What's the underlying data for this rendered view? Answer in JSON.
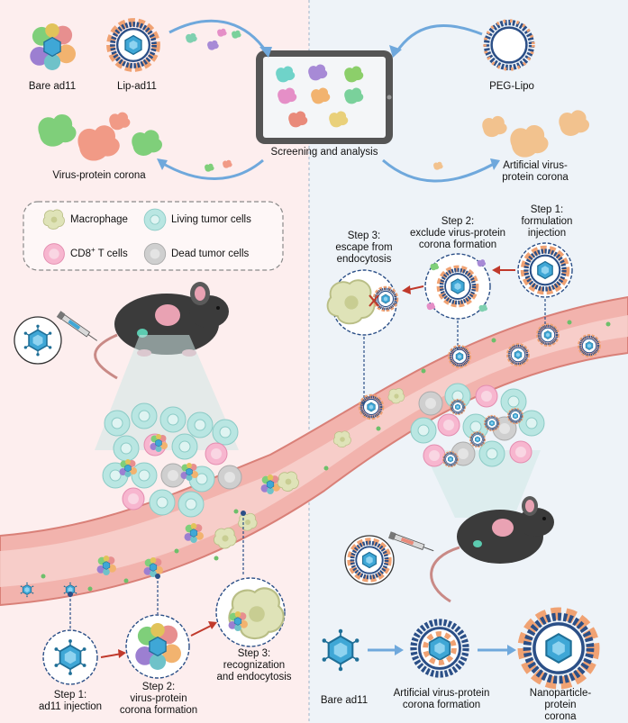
{
  "top": {
    "bare_ad11": "Bare ad11",
    "lip_ad11": "Lip-ad11",
    "peg_lipo": "PEG-Lipo",
    "screening": "Screening and analysis",
    "virus_protein_corona": "Virus-protein corona",
    "artificial_corona": "Artificial virus-\nprotein corona"
  },
  "legend": {
    "macrophage": "Macrophage",
    "living_tumor": "Living tumor cells",
    "cd8_prefix": "CD8",
    "cd8_sup": "+",
    "cd8_suffix": " T cells",
    "dead_tumor": "Dead tumor cells"
  },
  "left_steps": {
    "step1": "Step 1:\nad11 injection",
    "step2": "Step 2:\nvirus-protein\ncorona formation",
    "step3": "Step 3:\nrecognization\nand endocytosis"
  },
  "right_steps": {
    "step1": "Step 1:\nformulation\ninjection",
    "step2": "Step 2:\nexclude virus-protein\ncorona formation",
    "step3": "Step 3:\nescape from\nendocytosis"
  },
  "bottom_right": {
    "bare_ad11": "Bare ad11",
    "artificial": "Artificial virus-protein\ncorona formation",
    "nanoparticle": "Nanoparticle-protein\ncorona formation"
  },
  "colors": {
    "left_bg": "#fdeeee",
    "right_bg": "#eef3f8",
    "vessel": "#f2b3ad",
    "virus": "#3fa7d6",
    "lipid": "#2b4f87",
    "arrow_blue": "#6fa8dc",
    "arrow_red": "#c0392b",
    "macrophage": "#dfe3b8",
    "living_tumor": "#b9e6e2",
    "cd8": "#f7b6cf",
    "dead_tumor": "#cfcfcf",
    "mouse": "#3b3b3b"
  },
  "icons": [
    "virus-icon",
    "liposome-icon",
    "tablet-icon",
    "syringe-icon",
    "mouse-icon",
    "macrophage-icon",
    "tumor-cell-icon",
    "protein-cluster-icon"
  ]
}
